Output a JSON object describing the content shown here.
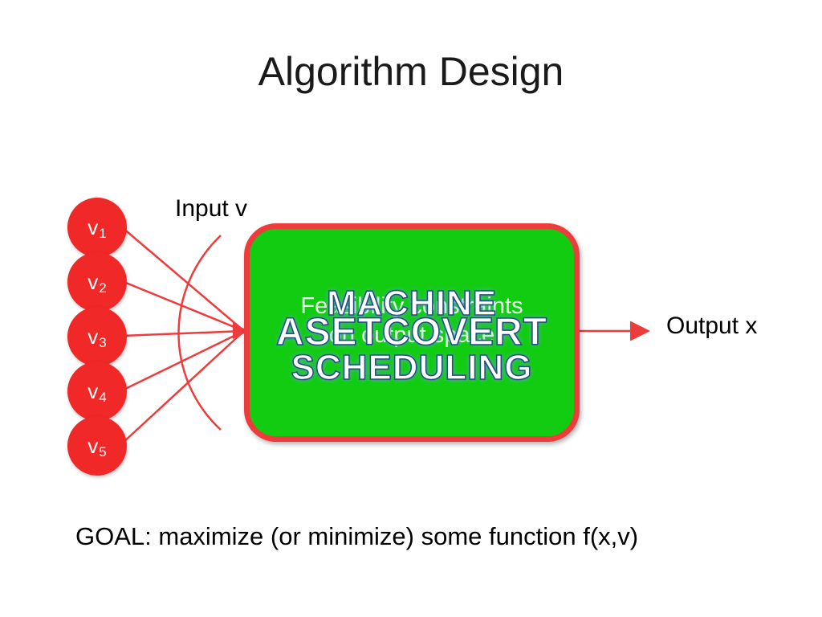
{
  "slide": {
    "title": "Algorithm Design",
    "input_label": "Input v",
    "output_label": "Output x",
    "goal": "GOAL: maximize (or minimize) some function f(x,v)"
  },
  "inputs": [
    {
      "base": "v",
      "sub": "1"
    },
    {
      "base": "v",
      "sub": "2"
    },
    {
      "base": "v",
      "sub": "3"
    },
    {
      "base": "v",
      "sub": "4"
    },
    {
      "base": "v",
      "sub": "5"
    }
  ],
  "box": {
    "feasible_line1": "Feasibility constraints",
    "feasible_line2": "on output space",
    "word_machine": "MACHINE",
    "word_setcover": "ASETCOVERT",
    "word_scheduling": "SCHEDULING"
  },
  "colors": {
    "node_fill": "#f02828",
    "box_fill": "#12cc12",
    "box_border": "#ee3c3c",
    "arrow": "#ee3c3c"
  }
}
